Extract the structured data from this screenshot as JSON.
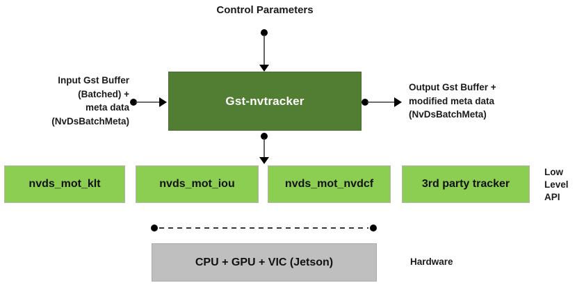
{
  "diagram": {
    "title": "Control Parameters",
    "main_box": {
      "label": "Gst-nvtracker"
    },
    "input_label": {
      "lines": [
        "Input Gst Buffer",
        "(Batched) +",
        "meta data",
        "(NvDsBatchMeta)"
      ]
    },
    "output_label": {
      "lines": [
        "Output Gst Buffer +",
        "modified meta data",
        "(NvDsBatchMeta)"
      ]
    },
    "low_level_boxes": [
      {
        "label": "nvds_mot_klt"
      },
      {
        "label": "nvds_mot_iou"
      },
      {
        "label": "nvds_mot_nvdcf"
      },
      {
        "label": "3rd party tracker"
      }
    ],
    "low_level_api_label": {
      "lines": [
        "Low",
        "Level",
        "API"
      ]
    },
    "hardware_box": {
      "label": "CPU + GPU + VIC (Jetson)"
    },
    "hardware_label": "Hardware",
    "colors": {
      "dark_green": "#527e33",
      "light_green": "#8cce52",
      "gray_box": "#bfbfbf",
      "connector": "#000000",
      "text": "#1a1a1a"
    }
  }
}
